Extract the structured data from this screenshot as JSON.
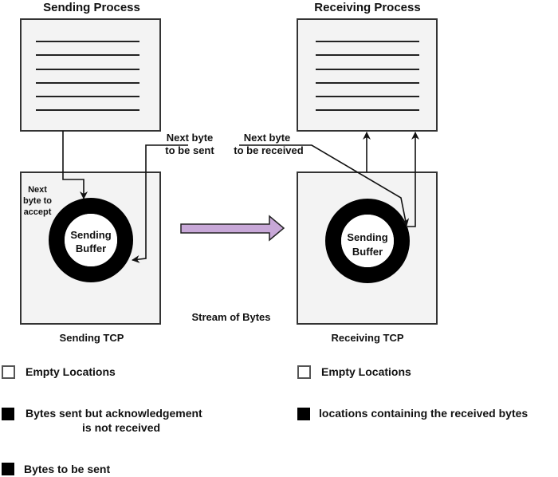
{
  "diagram": {
    "sender": {
      "process_title": "Sending Process",
      "tcp_title": "Sending TCP",
      "buffer_label_line1": "Sending",
      "buffer_label_line2": "Buffer",
      "next_accept_line1": "Next",
      "next_accept_line2": "byte to",
      "next_accept_line3": "accept"
    },
    "receiver": {
      "process_title": "Receiving Process",
      "tcp_title": "Receiving TCP",
      "buffer_label_line1": "Sending",
      "buffer_label_line2": "Buffer"
    },
    "pointers": {
      "next_sent_line1": "Next byte",
      "next_sent_line2": "to be sent",
      "next_received_line1": "Next byte",
      "next_received_line2": "to be received"
    },
    "stream_label": "Stream of Bytes",
    "colors": {
      "stream_arrow_fill": "#c8a8d8",
      "box_fill": "#f3f3f3",
      "ring": "#000000"
    }
  },
  "legend": {
    "left": [
      {
        "swatch": "empty",
        "label_line1": "Empty Locations",
        "label_line2": ""
      },
      {
        "swatch": "filled",
        "label_line1": "Bytes sent but acknowledgement",
        "label_line2": "is not received"
      },
      {
        "swatch": "filled",
        "label_line1": "Bytes to be sent",
        "label_line2": ""
      }
    ],
    "right": [
      {
        "swatch": "empty",
        "label_line1": "Empty Locations"
      },
      {
        "swatch": "filled",
        "label_line1": "locations containing the received bytes"
      }
    ]
  }
}
